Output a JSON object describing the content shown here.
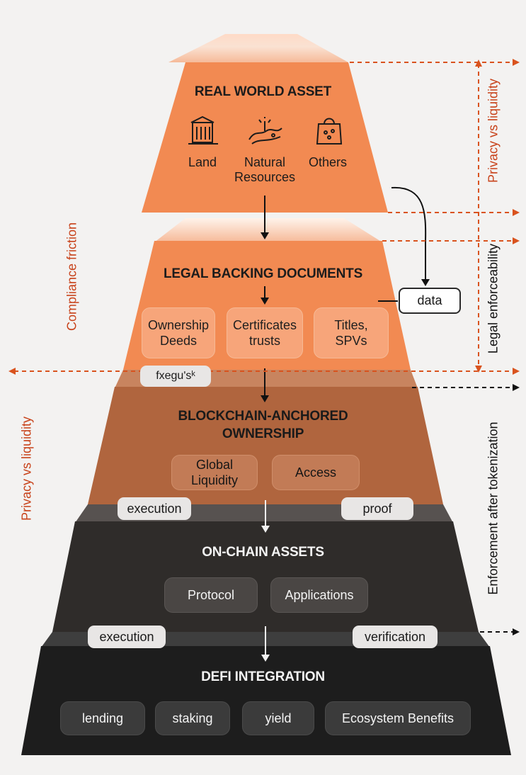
{
  "colors": {
    "background": "#f3f2f1",
    "tier_real_world": "#f28a52",
    "tier_legal": "#f28a52",
    "tier_blockchain": "#b0653e",
    "tier_onchain": "#2f2c2a",
    "tier_defi": "#1d1d1d",
    "accent_dashed": "#d9531e",
    "side_text_orange": "#c8421a"
  },
  "tiers": {
    "real_world": {
      "title": "REAL WORLD ASSET",
      "items": [
        {
          "label": "Land",
          "icon": "building-icon"
        },
        {
          "label": "Natural Resources",
          "icon": "natural-resources-icon"
        },
        {
          "label": "Others",
          "icon": "bag-icon"
        }
      ]
    },
    "legal": {
      "title": "LEGAL BACKING DOCUMENTS",
      "pills": [
        "Ownership Deeds",
        "Certificates trusts",
        "Titles, SPVs"
      ],
      "tag": "fxeguʹsᵏ"
    },
    "blockchain": {
      "title_line1": "BLOCKCHAIN-ANCHORED",
      "title_line2": "OWNERSHIP",
      "pills": [
        "Global Liquidity",
        "Access"
      ],
      "tag_left": "execution",
      "tag_right": "proof"
    },
    "onchain": {
      "title": "ON-CHAIN ASSETS",
      "pills": [
        "Protocol",
        "Applications"
      ],
      "tag_left": "execution",
      "tag_right": "verification"
    },
    "defi": {
      "title": "DEFI INTEGRATION",
      "pills": [
        "lending",
        "staking",
        "yield",
        "Ecosystem Benefits"
      ]
    }
  },
  "data_box": "data",
  "side_labels": {
    "privacy_top_right": "Privacy vs liquidity",
    "legal_enforceability": "Legal enforceability",
    "enforcement_after": "Enforcement after tokenization",
    "compliance_friction": "Compliance friction",
    "privacy_left": "Privacy vs liquidity"
  }
}
